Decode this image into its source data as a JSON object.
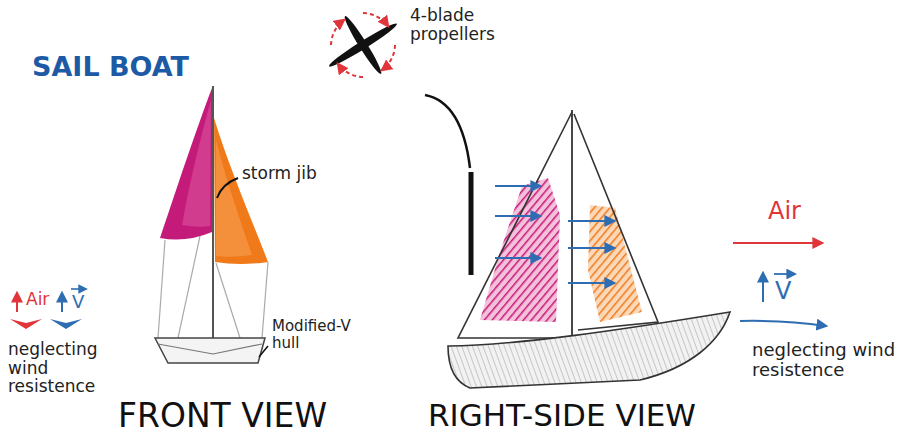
{
  "diagram": {
    "title": "SAIL BOAT",
    "labels": [
      "4-blade propellers",
      "storm jib",
      "Modified-V hull",
      "Air",
      "V",
      "neglecting wind resistence",
      "FRONT VIEW",
      "RIGHT-SIDE VIEW",
      "Air",
      "V",
      "neglecting wind resistence"
    ]
  }
}
